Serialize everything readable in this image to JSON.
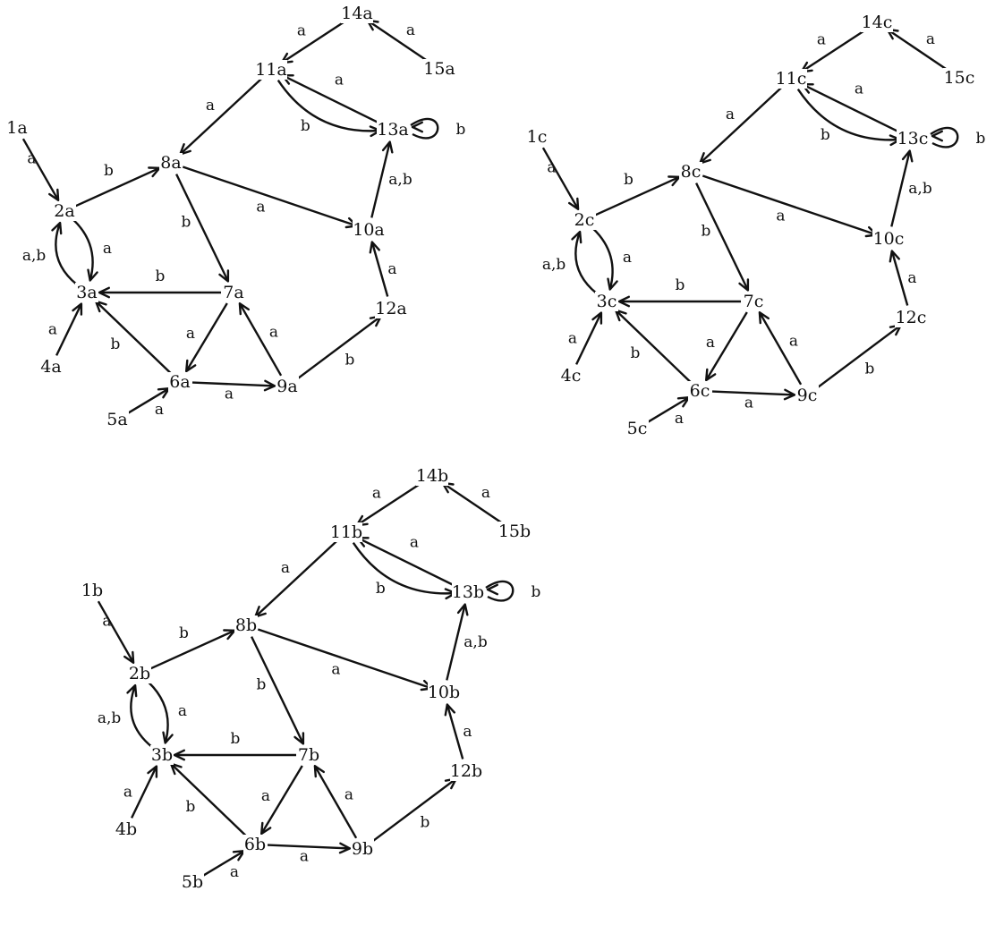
{
  "copies": [
    {
      "id": "a",
      "suffix": "a"
    },
    {
      "id": "c",
      "suffix": "c"
    },
    {
      "id": "b",
      "suffix": "b"
    }
  ],
  "nodes": [
    "1",
    "2",
    "3",
    "4",
    "5",
    "6",
    "7",
    "8",
    "9",
    "10",
    "11",
    "12",
    "13",
    "14",
    "15"
  ],
  "edges": [
    {
      "from": "1",
      "to": "2",
      "label": "a"
    },
    {
      "from": "2",
      "to": "8",
      "label": "b"
    },
    {
      "from": "2",
      "to": "3",
      "label": "a"
    },
    {
      "from": "3",
      "to": "2",
      "label": "a,b"
    },
    {
      "from": "4",
      "to": "3",
      "label": "a"
    },
    {
      "from": "5",
      "to": "6",
      "label": "a"
    },
    {
      "from": "6",
      "to": "3",
      "label": "b"
    },
    {
      "from": "6",
      "to": "9",
      "label": "a"
    },
    {
      "from": "7",
      "to": "3",
      "label": "b"
    },
    {
      "from": "7",
      "to": "6",
      "label": "a"
    },
    {
      "from": "8",
      "to": "7",
      "label": "b"
    },
    {
      "from": "8",
      "to": "10",
      "label": "a"
    },
    {
      "from": "9",
      "to": "7",
      "label": "a"
    },
    {
      "from": "9",
      "to": "12",
      "label": "b"
    },
    {
      "from": "10",
      "to": "13",
      "label": "a,b"
    },
    {
      "from": "11",
      "to": "8",
      "label": "a"
    },
    {
      "from": "11",
      "to": "13",
      "label": "b"
    },
    {
      "from": "12",
      "to": "10",
      "label": "a"
    },
    {
      "from": "13",
      "to": "11",
      "label": "a"
    },
    {
      "from": "13",
      "to": "13",
      "label": "b"
    },
    {
      "from": "14",
      "to": "11",
      "label": "a"
    },
    {
      "from": "15",
      "to": "14",
      "label": "a"
    }
  ]
}
